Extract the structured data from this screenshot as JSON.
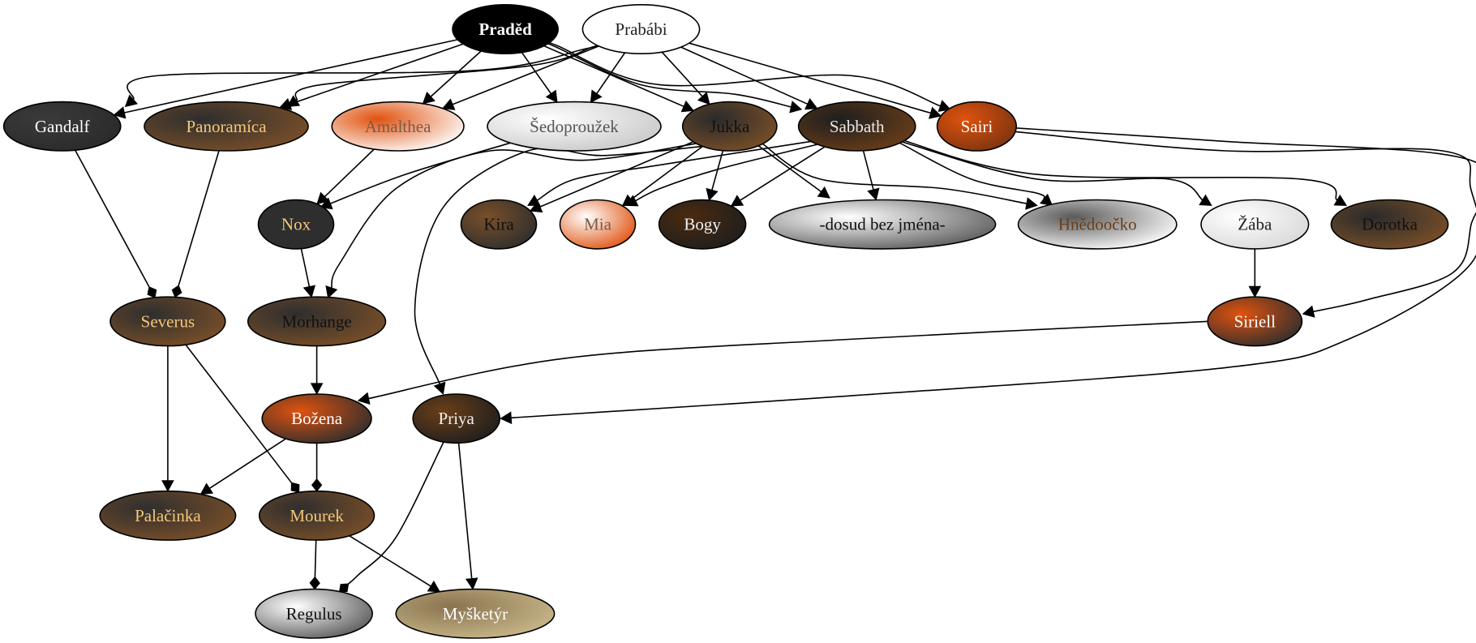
{
  "diagram": {
    "type": "family-tree-digraph",
    "nodes": [
      {
        "id": "praded",
        "label": "Praděd",
        "fill": [
          "#000000",
          "#000000"
        ],
        "text_color": "#ffffff",
        "bold": true
      },
      {
        "id": "prababi",
        "label": "Prabábi",
        "fill": [
          "#ffffff",
          "#ffffff"
        ],
        "text_color": "#222222"
      },
      {
        "id": "gandalf",
        "label": "Gandalf",
        "fill": [
          "#3a3a3a",
          "#2a2a2a"
        ],
        "text_color": "#ffffff"
      },
      {
        "id": "panoramica",
        "label": "Panoramíca",
        "fill": [
          "#2e2e2e",
          "#7a4f28"
        ],
        "text_color": "#f4c77a"
      },
      {
        "id": "amalthea",
        "label": "Amalthea",
        "fill": [
          "#e0520e",
          "#ffffff"
        ],
        "text_color": "#7a5a4a"
      },
      {
        "id": "sedoprouzek",
        "label": "Šedoproužek",
        "fill": [
          "#ffffff",
          "#c8c8c8"
        ],
        "text_color": "#555555"
      },
      {
        "id": "jukka",
        "label": "Jukka",
        "fill": [
          "#2a2a2a",
          "#7a4f28"
        ],
        "text_color": "#111111"
      },
      {
        "id": "sabbath",
        "label": "Sabbath",
        "fill": [
          "#1e1e1e",
          "#6a3e18"
        ],
        "text_color": "#e8e8e8"
      },
      {
        "id": "sairi",
        "label": "Sairi",
        "fill": [
          "#e0520e",
          "#7a3410"
        ],
        "text_color": "#ffffff"
      },
      {
        "id": "nox",
        "label": "Nox",
        "fill": [
          "#2e2e2e",
          "#2e2e2e"
        ],
        "text_color": "#f4c77a"
      },
      {
        "id": "kira",
        "label": "Kira",
        "fill": [
          "#7a4f28",
          "#2e2e2e"
        ],
        "text_color": "#111111"
      },
      {
        "id": "mia",
        "label": "Mia",
        "fill": [
          "#ffffff",
          "#e0520e"
        ],
        "text_color": "#7a5a4a"
      },
      {
        "id": "bogy",
        "label": "Bogy",
        "fill": [
          "#4a2a10",
          "#1e1e1e"
        ],
        "text_color": "#f0f0f0"
      },
      {
        "id": "dosud",
        "label": "-dosud bez jména-",
        "fill": [
          "#ffffff",
          "#5a5a5a"
        ],
        "text_color": "#111111"
      },
      {
        "id": "hnedoocko",
        "label": "Hnědoočko",
        "fill": [
          "#5a5a5a",
          "#ffffff"
        ],
        "text_color": "#6a3e18"
      },
      {
        "id": "zaba",
        "label": "Žába",
        "fill": [
          "#ffffff",
          "#d8d8d8"
        ],
        "text_color": "#222222"
      },
      {
        "id": "dorotka",
        "label": "Dorotka",
        "fill": [
          "#2a2a2a",
          "#7a4f28"
        ],
        "text_color": "#111111"
      },
      {
        "id": "severus",
        "label": "Severus",
        "fill": [
          "#2e2e2e",
          "#7a4f28"
        ],
        "text_color": "#f4c77a"
      },
      {
        "id": "morhange",
        "label": "Morhange",
        "fill": [
          "#2e2e2e",
          "#7a4f28"
        ],
        "text_color": "#111111"
      },
      {
        "id": "siriell",
        "label": "Siriell",
        "fill": [
          "#e0520e",
          "#2e2e2e"
        ],
        "text_color": "#ffffff"
      },
      {
        "id": "bozena",
        "label": "Božena",
        "fill": [
          "#e0520e",
          "#2e2e2e"
        ],
        "text_color": "#ffffff"
      },
      {
        "id": "priya",
        "label": "Priya",
        "fill": [
          "#6a3e18",
          "#1e1e1e"
        ],
        "text_color": "#f0f0f0"
      },
      {
        "id": "palacinka",
        "label": "Palačinka",
        "fill": [
          "#2e2e2e",
          "#7a4f28"
        ],
        "text_color": "#f4c77a"
      },
      {
        "id": "mourek",
        "label": "Mourek",
        "fill": [
          "#2e2e2e",
          "#7a4f28"
        ],
        "text_color": "#f4c77a"
      },
      {
        "id": "regulus",
        "label": "Regulus",
        "fill": [
          "#ffffff",
          "#5a5a5a"
        ],
        "text_color": "#111111"
      },
      {
        "id": "mysketyr",
        "label": "Myšketýr",
        "fill": [
          "#8a7450",
          "#c9b88a"
        ],
        "text_color": "#ffffff"
      }
    ],
    "edges": [
      {
        "from": "praded",
        "to": "gandalf",
        "head": "arrow"
      },
      {
        "from": "prababi",
        "to": "gandalf",
        "head": "arrow"
      },
      {
        "from": "praded",
        "to": "panoramica",
        "head": "arrow"
      },
      {
        "from": "prababi",
        "to": "panoramica",
        "head": "arrow"
      },
      {
        "from": "praded",
        "to": "amalthea",
        "head": "arrow"
      },
      {
        "from": "prababi",
        "to": "amalthea",
        "head": "arrow"
      },
      {
        "from": "praded",
        "to": "sedoprouzek",
        "head": "arrow"
      },
      {
        "from": "prababi",
        "to": "sedoprouzek",
        "head": "arrow"
      },
      {
        "from": "praded",
        "to": "jukka",
        "head": "arrow"
      },
      {
        "from": "prababi",
        "to": "jukka",
        "head": "arrow"
      },
      {
        "from": "praded",
        "to": "sabbath",
        "head": "arrow"
      },
      {
        "from": "prababi",
        "to": "sabbath",
        "head": "arrow"
      },
      {
        "from": "praded",
        "to": "sairi",
        "head": "arrow"
      },
      {
        "from": "prababi",
        "to": "sairi",
        "head": "arrow"
      },
      {
        "from": "amalthea",
        "to": "nox",
        "head": "arrow"
      },
      {
        "from": "sedoprouzek",
        "to": "nox",
        "head": "arrow"
      },
      {
        "from": "jukka",
        "to": "kira",
        "head": "arrow"
      },
      {
        "from": "sabbath",
        "to": "kira",
        "head": "arrow"
      },
      {
        "from": "jukka",
        "to": "mia",
        "head": "arrow"
      },
      {
        "from": "sabbath",
        "to": "mia",
        "head": "arrow"
      },
      {
        "from": "jukka",
        "to": "bogy",
        "head": "arrow"
      },
      {
        "from": "sabbath",
        "to": "bogy",
        "head": "arrow"
      },
      {
        "from": "jukka",
        "to": "dosud",
        "head": "arrow"
      },
      {
        "from": "sabbath",
        "to": "dosud",
        "head": "arrow"
      },
      {
        "from": "jukka",
        "to": "hnedoocko",
        "head": "arrow"
      },
      {
        "from": "sabbath",
        "to": "hnedoocko",
        "head": "arrow"
      },
      {
        "from": "sabbath",
        "to": "zaba",
        "head": "arrow"
      },
      {
        "from": "sabbath",
        "to": "dorotka",
        "head": "arrow"
      },
      {
        "from": "jukka",
        "to": "morhange",
        "head": "arrow"
      },
      {
        "from": "jukka",
        "to": "priya",
        "head": "arrow"
      },
      {
        "from": "nox",
        "to": "morhange",
        "head": "arrow"
      },
      {
        "from": "gandalf",
        "to": "severus",
        "head": "diamond"
      },
      {
        "from": "panoramica",
        "to": "severus",
        "head": "diamond"
      },
      {
        "from": "zaba",
        "to": "siriell",
        "head": "arrow"
      },
      {
        "from": "sairi",
        "to": "siriell",
        "head": "arrow"
      },
      {
        "from": "sairi",
        "to": "priya",
        "head": "arrow"
      },
      {
        "from": "morhange",
        "to": "bozena",
        "head": "arrow"
      },
      {
        "from": "siriell",
        "to": "bozena",
        "head": "arrow"
      },
      {
        "from": "severus",
        "to": "palacinka",
        "head": "arrow"
      },
      {
        "from": "bozena",
        "to": "palacinka",
        "head": "arrow"
      },
      {
        "from": "severus",
        "to": "mourek",
        "head": "diamond"
      },
      {
        "from": "bozena",
        "to": "mourek",
        "head": "diamond"
      },
      {
        "from": "mourek",
        "to": "regulus",
        "head": "diamond"
      },
      {
        "from": "priya",
        "to": "regulus",
        "head": "diamond"
      },
      {
        "from": "mourek",
        "to": "mysketyr",
        "head": "arrow"
      },
      {
        "from": "priya",
        "to": "mysketyr",
        "head": "arrow"
      }
    ]
  }
}
